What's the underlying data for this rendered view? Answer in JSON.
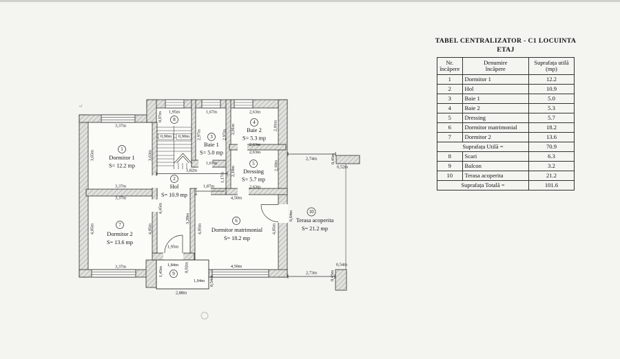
{
  "table": {
    "title_line1": "TABEL CENTRALIZATOR - C1 LOCUINTA",
    "title_line2": "ETAJ",
    "headers": {
      "col1a": "Nr.",
      "col1b": "încăpere",
      "col2a": "Denumire",
      "col2b": "încăpere",
      "col3a": "Suprafața utilă",
      "col3b": "(mp)"
    },
    "rows": [
      {
        "nr": "1",
        "name": "Dormitor 1",
        "area": "12.2"
      },
      {
        "nr": "2",
        "name": "Hol",
        "area": "10.9"
      },
      {
        "nr": "3",
        "name": "Baie 1",
        "area": "5.0"
      },
      {
        "nr": "4",
        "name": "Baie 2",
        "area": "5.3"
      },
      {
        "nr": "5",
        "name": "Dressing",
        "area": "5.7"
      },
      {
        "nr": "6",
        "name": "Dormitor matrimonial",
        "area": "18.2"
      },
      {
        "nr": "7",
        "name": "Dormitor 2",
        "area": "13.6"
      }
    ],
    "subtotal": {
      "label": "Suprafața Utilă  =",
      "value": "70.9"
    },
    "rows2": [
      {
        "nr": "8",
        "name": "Scari",
        "area": "6.3"
      },
      {
        "nr": "9",
        "name": "Balcon",
        "area": "3.2"
      },
      {
        "nr": "10",
        "name": "Terasa acoperita",
        "area": "21.2"
      }
    ],
    "total": {
      "label": "Suprafața Totală =",
      "value": "101.6"
    }
  },
  "plan": {
    "rooms": {
      "r1": {
        "num": "1",
        "name": "Dormitor 1",
        "area": "S= 12.2 mp"
      },
      "r2": {
        "num": "2",
        "name": "Hol",
        "area": "S= 10.9 mp"
      },
      "r3": {
        "num": "3",
        "name": "Baie 1",
        "area": "S= 5.0 mp"
      },
      "r4": {
        "num": "4",
        "name": "Baie 2",
        "area": "S= 5.3 mp"
      },
      "r5": {
        "num": "5",
        "name": "Dressing",
        "area": "S= 5.7 mp"
      },
      "r6": {
        "num": "6",
        "name": "Dormitor matrimonial",
        "area": "S= 18.2 mp"
      },
      "r7": {
        "num": "7",
        "name": "Dormitor 2",
        "area": "S= 13.6 mp"
      },
      "r8": {
        "num": "8"
      },
      "r9": {
        "num": "9"
      },
      "r10": {
        "num": "10",
        "name": "Terasa acoperita",
        "area": "S= 21.2 mp"
      }
    },
    "dims": {
      "d1_top": "3,37m",
      "d1_left": "3,65m",
      "d1_right": "3,63m",
      "d1_bottom": "3,37m",
      "d2_top": "3,37m",
      "d2_left": "4,05m",
      "d2_right": "4,05m",
      "d2_bottom": "3,37m",
      "stairs_top": "1,95m",
      "stairs_left": "0,97m",
      "tread_l": "0,90m",
      "tread_r": "0,90m",
      "under_stairs": "3,82m",
      "b1_top": "1,67m",
      "b1_left": "2,97m",
      "b1_right": "2,97m",
      "b1_bottom": "1,67m",
      "b2_top": "2,63m",
      "b2_left": "2,01m",
      "b2_right": "2,01m",
      "b2_bottom": "2,63m",
      "dr_top": "2,63m",
      "dr_left": "2,18m",
      "dr_right": "2,18m",
      "dr_bottom": "2,63m",
      "hol_niche_h": "1,17m",
      "hol_niche_w": "1,87m",
      "hol_left": "4,45m",
      "hol_right": "3,28m",
      "hol_door": "1,95m",
      "dm_top": "4,50m",
      "dm_left": "4,05m",
      "dm_right": "4,05m",
      "dm_bottom": "4,50m",
      "ter_left": "6,64m",
      "ter_top": "2,74m",
      "ter_col1_h": "0,45m",
      "ter_col1_w": "0,52m",
      "ter_bottom": "2,73m",
      "ter_col2_w": "0,54m",
      "ter_col2_h": "0,45m",
      "bal_top": "1,84m",
      "bal_left": "1,45m",
      "bal_right": "0,92m",
      "bal_step_w": "1,04m",
      "bal_step_h": "0,54m",
      "bal_bottom": "2,88m"
    },
    "artifact": "sf"
  }
}
